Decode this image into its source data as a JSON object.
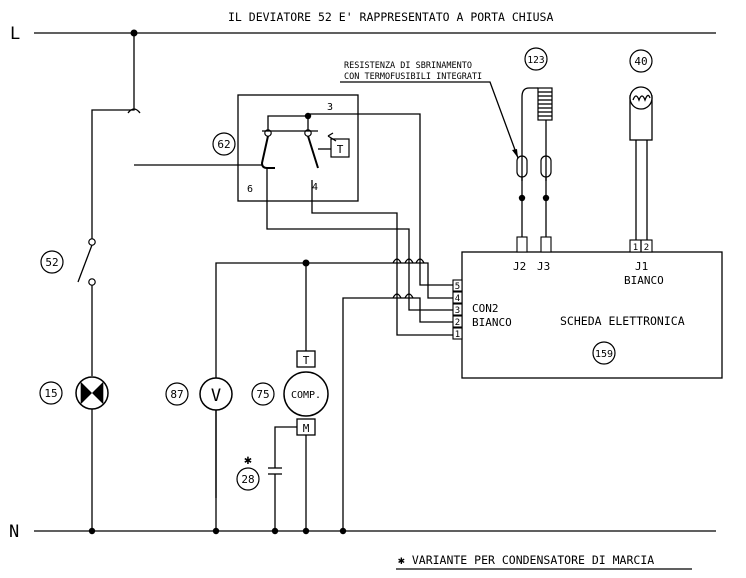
{
  "title": "IL DEVIATORE 52 E' RAPPRESENTATO A PORTA CHIUSA",
  "footnote": "✱ VARIANTE PER CONDENSATORE DI MARCIA",
  "rails": {
    "live": "L",
    "neutral": "N"
  },
  "components": {
    "door_switch": "52",
    "lamp": "15",
    "voltmeter_ref": "87",
    "voltmeter_symbol": "V",
    "compressor_ref": "75",
    "compressor_label": "COMP.",
    "compressor_t": "T",
    "compressor_m": "M",
    "capacitor_ref": "28",
    "capacitor_mark": "✱",
    "thermostat_ref": "62",
    "thermostat_t": "T",
    "thermostat_pin_3": "3",
    "thermostat_pin_4": "4",
    "thermostat_pin_6": "6",
    "heater_ref": "123",
    "heater_label_line1": "RESISTENZA DI SBRINAMENTO",
    "heater_label_line2": "CON TERMOFUSIBILI INTEGRATI",
    "sensor_ref": "40",
    "board_ref": "159"
  },
  "board": {
    "name": "SCHEDA ELETTRONICA",
    "con2_line1": "CON2",
    "con2_line2": "BIANCO",
    "j1_line1": "J1",
    "j1_line2": "BIANCO",
    "j2": "J2",
    "j3": "J3",
    "j1_pin1": "1",
    "j1_pin2": "2",
    "con2_pins": [
      "5",
      "4",
      "3",
      "2",
      "1"
    ]
  }
}
